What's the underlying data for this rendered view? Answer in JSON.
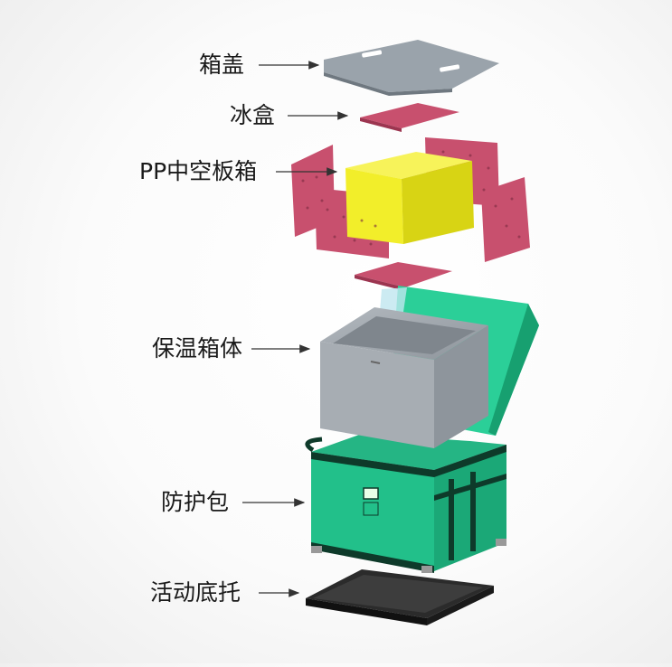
{
  "labels": {
    "lid": "箱盖",
    "ice_box": "冰盒",
    "pp_box": "PP中空板箱",
    "insulated_body": "保温箱体",
    "protective_bag": "防护包",
    "pallet": "活动底托"
  },
  "colors": {
    "lid": "#9aa3ab",
    "ice_panel": "#c8506e",
    "ice_block": "#f2ee2a",
    "insulated": "#a7adb3",
    "bag": "#22c08a",
    "pallet": "#222222",
    "arrow": "#333333"
  }
}
